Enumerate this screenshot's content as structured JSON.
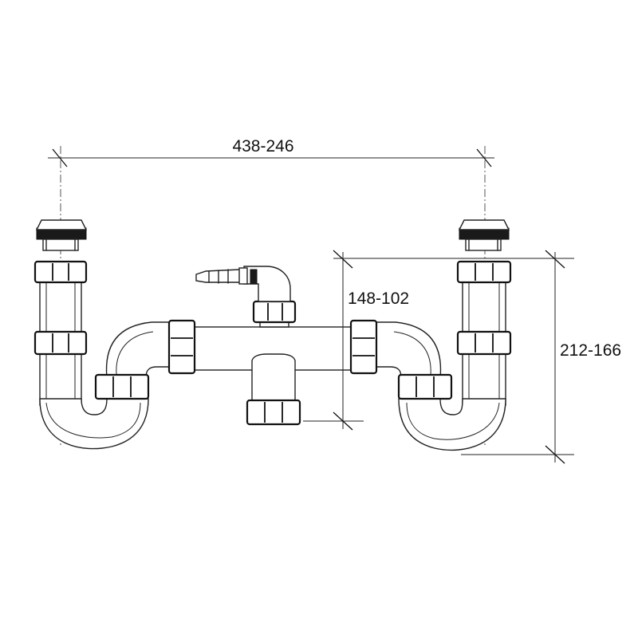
{
  "dimensions": {
    "horizontal": "438-246",
    "inner_vertical": "148-102",
    "outer_vertical": "212-166"
  }
}
